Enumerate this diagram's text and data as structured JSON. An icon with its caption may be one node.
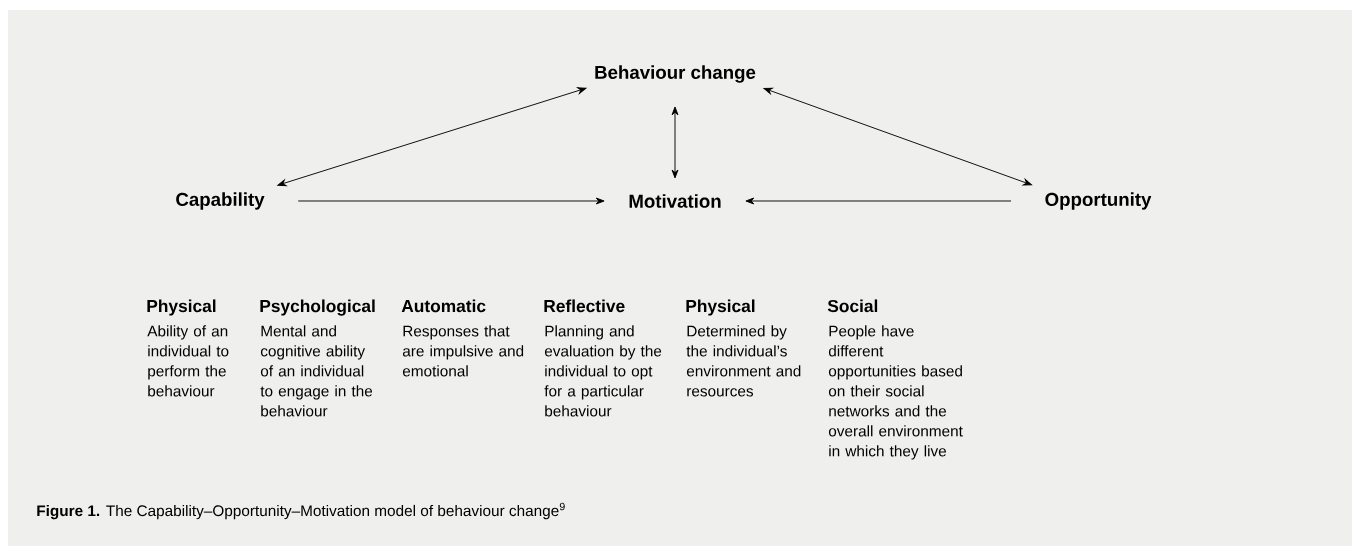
{
  "diagram": {
    "caption": "**Figure 1.** The Capability–Opportunity–Motivation model of behaviour change$^{9}$",
    "nodes": [
      {
        "text": [
          "Behaviour change"
        ]
      },
      {
        "text": [
          "Capability"
        ]
      },
      {
        "text": [
          "Motivation"
        ]
      },
      {
        "text": [
          "Opportunity"
        ]
      }
    ],
    "edges": [
      {
        "from": 1,
        "to": 0,
        "arrow": "both"
      },
      {
        "from": 2,
        "to": 0,
        "arrow": "both"
      },
      {
        "from": 3,
        "to": 0,
        "arrow": "both"
      },
      {
        "from": 1,
        "to": 2,
        "arrow": "to"
      },
      {
        "from": 3,
        "to": 2,
        "arrow": "to"
      }
    ],
    "labels": [
      "Physical",
      "Ability of an individual to perform the behaviour",
      "Psychological",
      "Mental and cognitive ability of an individual to engage in the behaviour",
      "Automatic",
      "Responses that are impulsive and emotional",
      "Reflective",
      "Planning and evaluation by the individual to opt for a particular behaviour",
      "Physical",
      "Determined by the individual’s environment and resources",
      "Social",
      "People have different opportunities based on their social networks and the overall environment in which they live"
    ]
  }
}
